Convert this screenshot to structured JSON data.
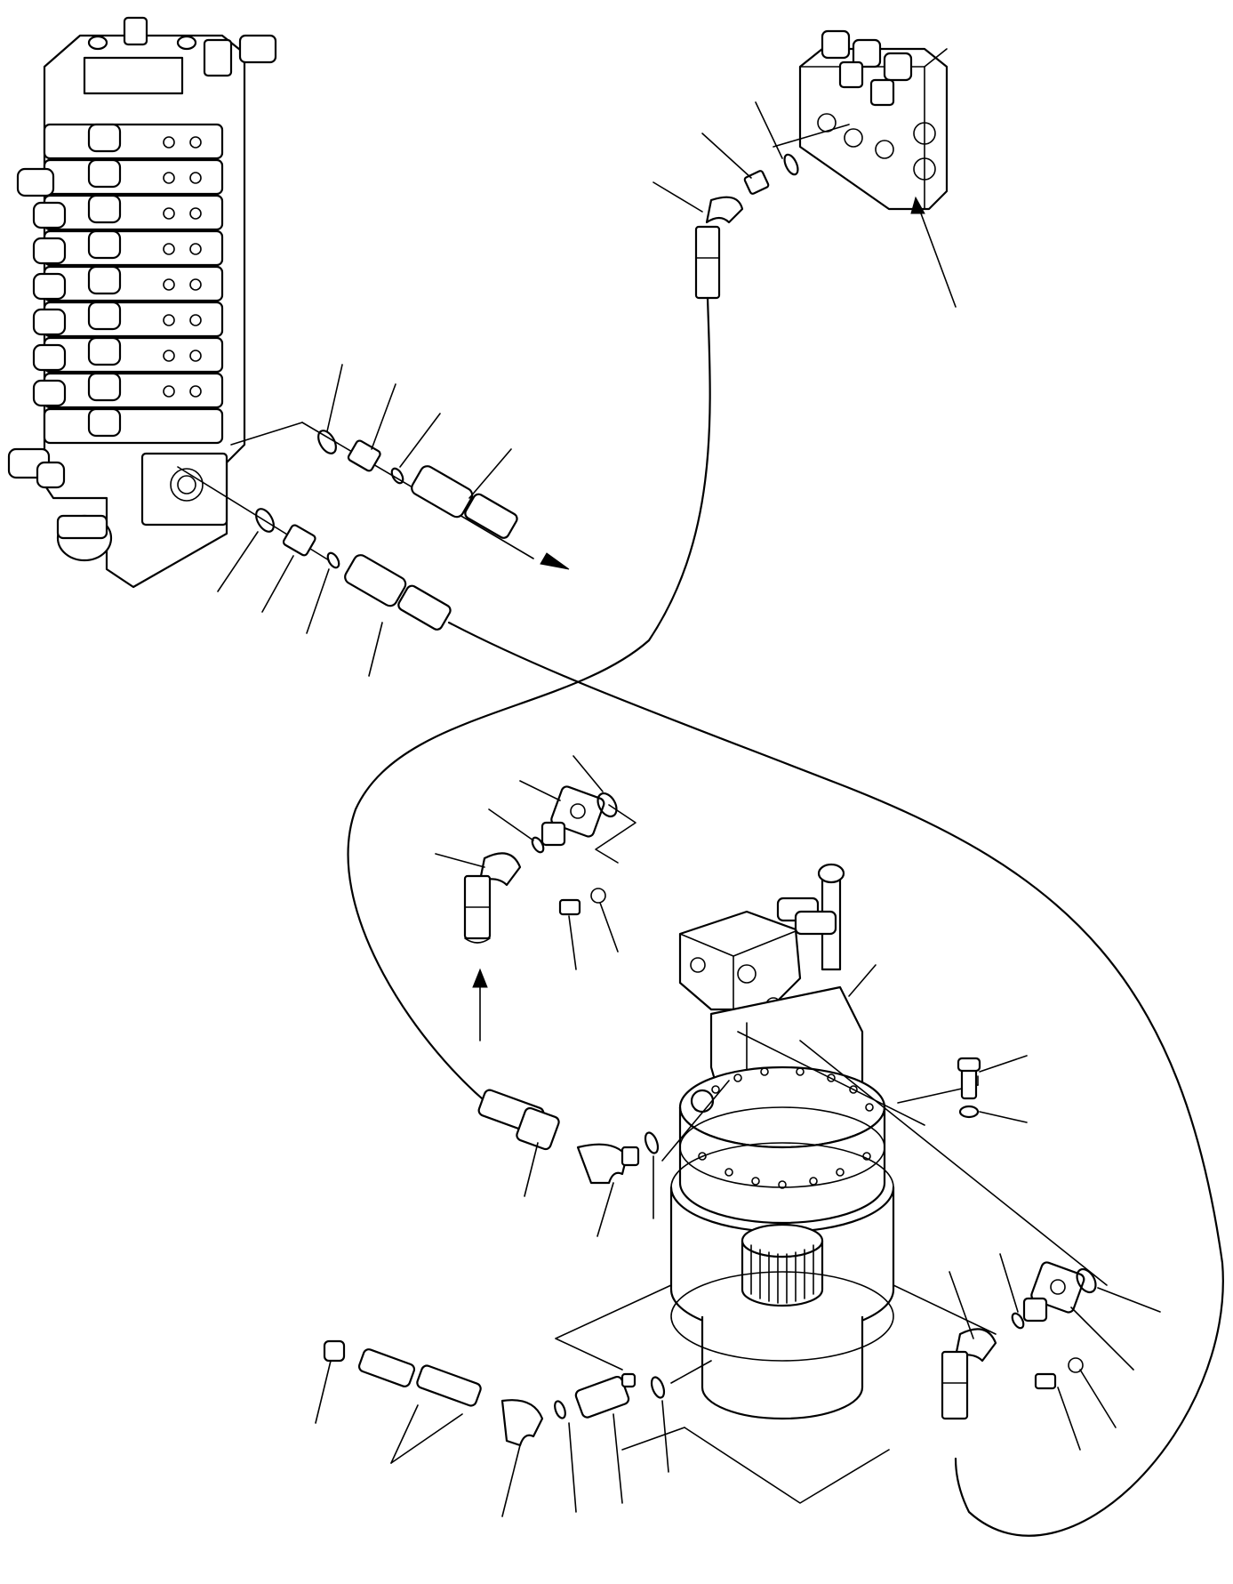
{
  "diagram": {
    "kind": "exploded-parts-illustration",
    "background_color": "#ffffff",
    "line_color": "#000000",
    "components": [
      "control-valve",
      "pilot-block",
      "swing-motor",
      "hose-assemblies",
      "elbow-fittings",
      "split-flanges",
      "o-rings",
      "bolts-and-washers"
    ]
  }
}
